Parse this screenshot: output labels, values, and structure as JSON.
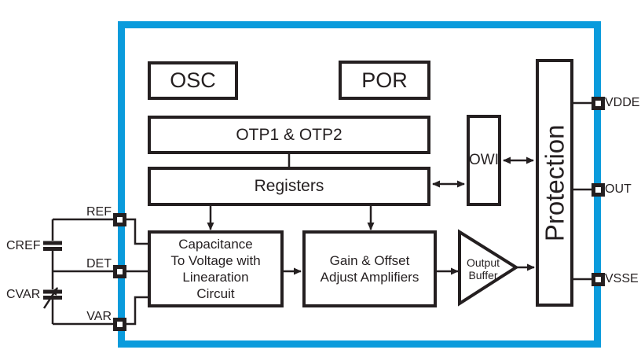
{
  "colors": {
    "frame": "#0a9bdc",
    "ink": "#241f20"
  },
  "blocks": {
    "osc": {
      "label": "OSC"
    },
    "por": {
      "label": "POR"
    },
    "otp": {
      "label": "OTP1 & OTP2"
    },
    "registers": {
      "label": "Registers"
    },
    "owi": {
      "label": "OWI"
    },
    "protection": {
      "label": "Protection"
    },
    "c2v": {
      "label": "Capacitance\nTo Voltage with\nLinearation\nCircuit"
    },
    "gain": {
      "label": "Gain & Offset\nAdjust Amplifiers"
    },
    "output_buffer": {
      "label": "Output\nBuffer"
    }
  },
  "pins": {
    "left": [
      {
        "label": "REF"
      },
      {
        "label": "DET"
      },
      {
        "label": "VAR"
      }
    ],
    "right": [
      {
        "label": "VDDE"
      },
      {
        "label": "OUT"
      },
      {
        "label": "VSSE"
      }
    ]
  },
  "external_components": [
    {
      "label": "CREF",
      "type": "fixed-capacitor"
    },
    {
      "label": "CVAR",
      "type": "variable-capacitor"
    }
  ]
}
